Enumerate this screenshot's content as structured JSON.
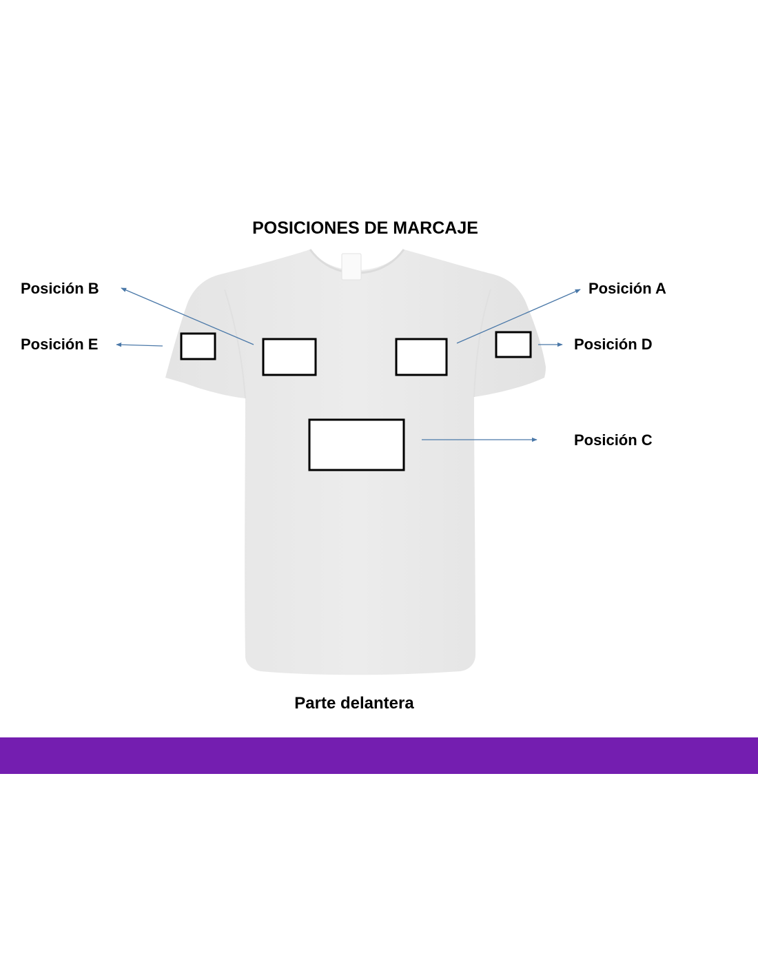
{
  "title": "POSICIONES DE MARCAJE",
  "caption": "Parte delantera",
  "positions": {
    "a": {
      "label": "Posición A"
    },
    "b": {
      "label": "Posición B"
    },
    "c": {
      "label": "Posición C"
    },
    "d": {
      "label": "Posición D"
    },
    "e": {
      "label": "Posición E"
    }
  },
  "colors": {
    "shirt": "#ebebeb",
    "arrow": "#4a78a8",
    "band": "#741eb0",
    "box_stroke": "#000000"
  }
}
